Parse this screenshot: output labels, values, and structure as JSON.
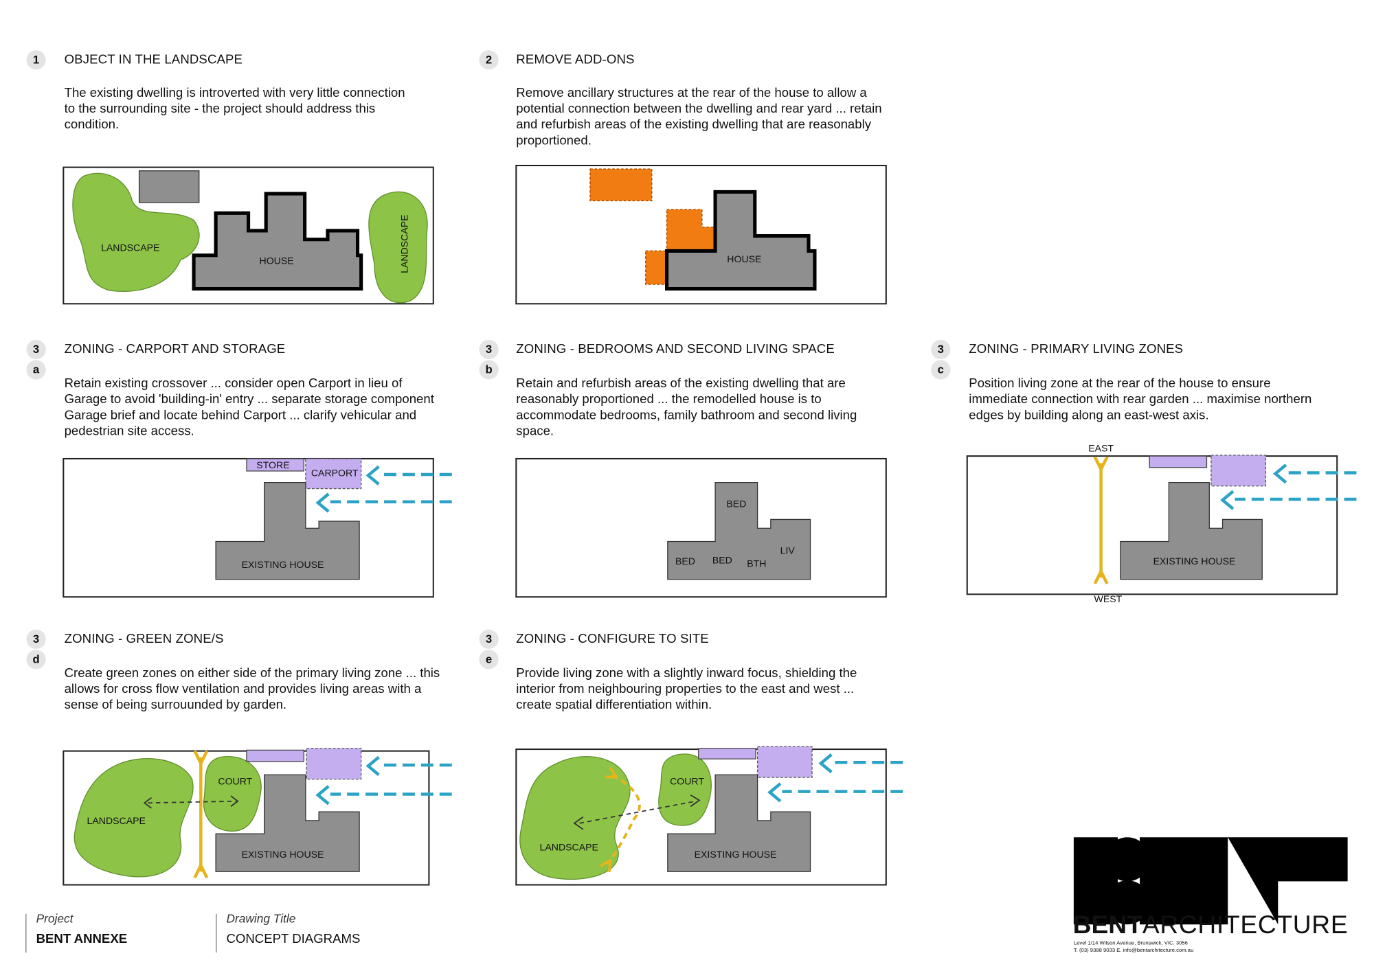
{
  "sections": [
    {
      "badge": "1",
      "sub": "",
      "title": "OBJECT IN THE LANDSCAPE",
      "body": "The existing dwelling is introverted with very little connection to the surrounding site - the project should address this condition."
    },
    {
      "badge": "2",
      "sub": "",
      "title": "REMOVE ADD-ONS",
      "body": "Remove ancillary structures at the rear of the house to allow a potential connection between the dwelling and rear yard ... retain and refurbish areas of the existing dwelling that are reasonably proportioned."
    },
    {
      "badge": "3",
      "sub": "a",
      "title": "ZONING - CARPORT AND STORAGE",
      "body": "Retain existing crossover ... consider open Carport in lieu of Garage to avoid 'building-in' entry ... separate storage component Garage brief and locate behind Carport ... clarify vehicular and pedestrian site access."
    },
    {
      "badge": "3",
      "sub": "b",
      "title": "ZONING - BEDROOMS AND SECOND LIVING SPACE",
      "body": "Retain and refurbish areas of the existing dwelling that are reasonably proportioned ... the remodelled house is to accommodate bedrooms, family bathroom and second living space."
    },
    {
      "badge": "3",
      "sub": "c",
      "title": "ZONING - PRIMARY LIVING ZONES",
      "body": "Position living zone at the rear of the house to ensure immediate connection with rear garden ... maximise northern edges by building along an east-west axis."
    },
    {
      "badge": "3",
      "sub": "d",
      "title": "ZONING - GREEN ZONE/S",
      "body": "Create green zones on either side of the primary living zone ... this allows for cross flow ventilation and provides living areas with a sense of being surrouunded by garden."
    },
    {
      "badge": "3",
      "sub": "e",
      "title": "ZONING - CONFIGURE TO SITE",
      "body": "Provide living zone with a slightly inward focus, shielding the interior from neighbouring properties to the east and west ... create spatial differentiation within."
    }
  ],
  "diagrams": {
    "d1": {
      "landscape_left": "LANDSCAPE",
      "house": "HOUSE",
      "landscape_right": "LANDSCAPE"
    },
    "d2": {
      "house": "HOUSE"
    },
    "d3a": {
      "store": "STORE",
      "carport": "CARPORT",
      "house": "EXISTING HOUSE"
    },
    "d3b": {
      "bed1": "BED",
      "bed2": "BED",
      "bed3": "BED",
      "bth": "BTH",
      "liv": "LIV"
    },
    "d3c": {
      "east": "EAST",
      "west": "WEST",
      "house": "EXISTING HOUSE"
    },
    "d3d": {
      "landscape": "LANDSCAPE",
      "court": "COURT",
      "house": "EXISTING HOUSE"
    },
    "d3e": {
      "landscape": "LANDSCAPE",
      "court": "COURT",
      "house": "EXISTING HOUSE"
    }
  },
  "footer": {
    "project_label": "Project",
    "project_value": "BENT ANNEXE",
    "drawing_label": "Drawing Title",
    "drawing_value": "CONCEPT DIAGRAMS"
  },
  "logo": {
    "brand_bold": "BENT",
    "brand_light": "ARCHITECTURE",
    "address": "Level 1/14 Wilson Avenue, Brunswick, VIC. 3056",
    "contact": "T. (03) 9388 9033  E. info@bentarchitecture.com.au"
  },
  "colors": {
    "green": "#8dc448",
    "orange": "#f07c12",
    "purple": "#c4aef0",
    "cyan": "#2ba3c6",
    "yellow": "#e5b41d",
    "gray": "#8f8f8f"
  }
}
